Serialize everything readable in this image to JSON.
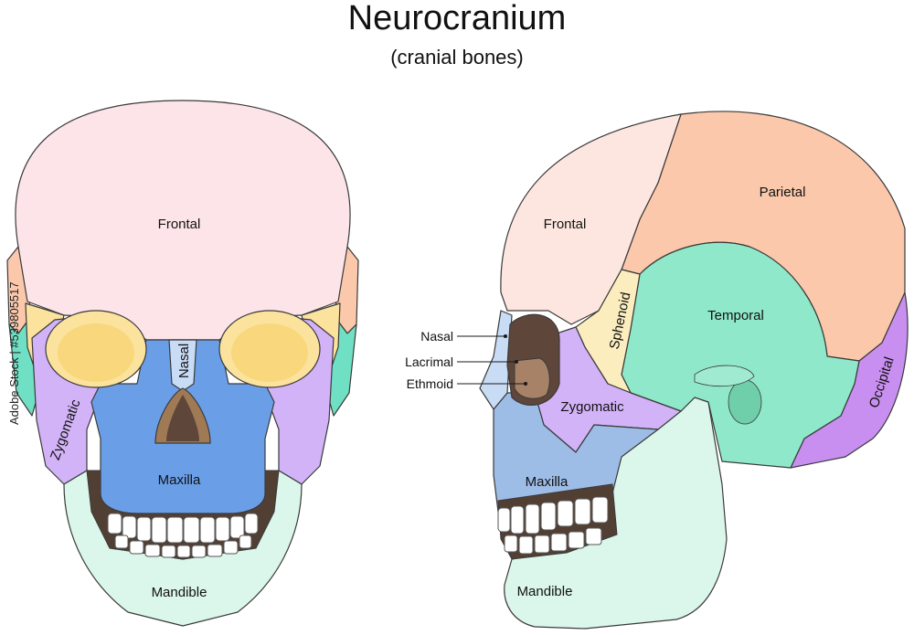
{
  "title": "Neurocranium",
  "subtitle": "(cranial bones)",
  "watermark_side": "Adobe Stock | #539805517",
  "front_view": {
    "labels": {
      "frontal": "Frontal",
      "nasal": "Nasal",
      "zygomatic": "Zygomatic",
      "maxilla": "Maxilla",
      "mandible": "Mandible"
    }
  },
  "side_view": {
    "labels": {
      "frontal": "Frontal",
      "parietal": "Parietal",
      "sphenoid": "Sphenoid",
      "temporal": "Temporal",
      "occipital": "Occipital",
      "zygomatic": "Zygomatic",
      "maxilla": "Maxilla",
      "mandible": "Mandible"
    },
    "callouts": {
      "nasal": "Nasal",
      "lacrimal": "Lacrimal",
      "ethmoid": "Ethmoid"
    }
  },
  "colors": {
    "frontal_front": "#fde4e8",
    "frontal_side": "#fde6df",
    "parietal": "#fbc8ab",
    "temporal": "#8fe8c9",
    "temporal_front": "#6fe0c4",
    "sphenoid": "#fcedbf",
    "occipital": "#c98ff0",
    "zygomatic": "#d3b3f7",
    "maxilla": "#6a9fe8",
    "maxilla_side": "#9dbce6",
    "mandible": "#dbf6ea",
    "orbit_yellow": "#fbe39e",
    "nasal": "#c9dcf5",
    "dark_brown": "#5e463a",
    "lacrimal": "#a78266",
    "gum": "#523f34"
  }
}
